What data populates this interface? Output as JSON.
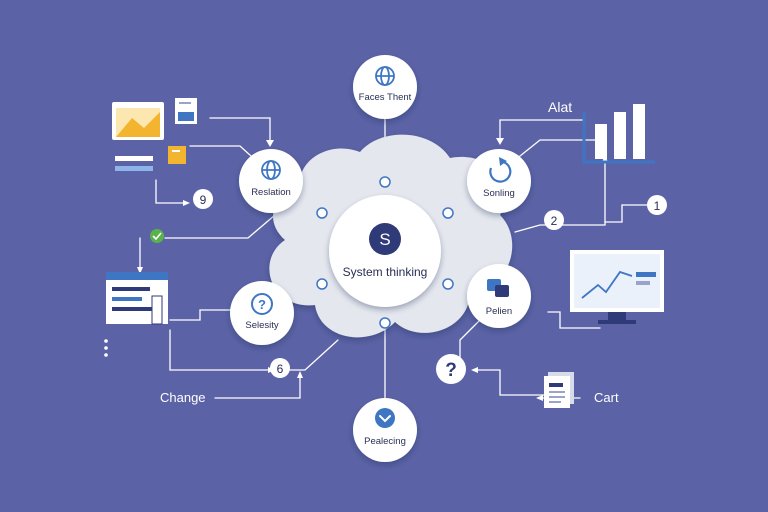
{
  "diagram": {
    "center": {
      "letter": "S",
      "label": "System thinking"
    },
    "nodes": {
      "top": {
        "label": "Faces Thent",
        "icon": "globe-icon"
      },
      "upper_left": {
        "label": "Reslation",
        "icon": "globe-icon"
      },
      "upper_right": {
        "label": "Sonling",
        "icon": "cycle-icon"
      },
      "lower_left": {
        "label": "Selesity",
        "icon": "question-mark-icon"
      },
      "lower_right": {
        "label": "Pelien",
        "icon": "chat-icon"
      },
      "bottom": {
        "label": "Pealecing",
        "icon": "chevron-down-icon"
      }
    },
    "badges": {
      "left_number": "9",
      "lower_number": "6",
      "right_two": "2",
      "right_one": "1",
      "question": "?"
    },
    "outer_labels": {
      "alert": "Alat",
      "change": "Change",
      "cart": "Cart"
    }
  },
  "colors": {
    "background": "#5b63a6",
    "line": "#ffffff",
    "accent_blue": "#3f76c4",
    "accent_yellow": "#f3b430",
    "accent_green": "#5ab34a",
    "navy": "#2f3a78"
  }
}
